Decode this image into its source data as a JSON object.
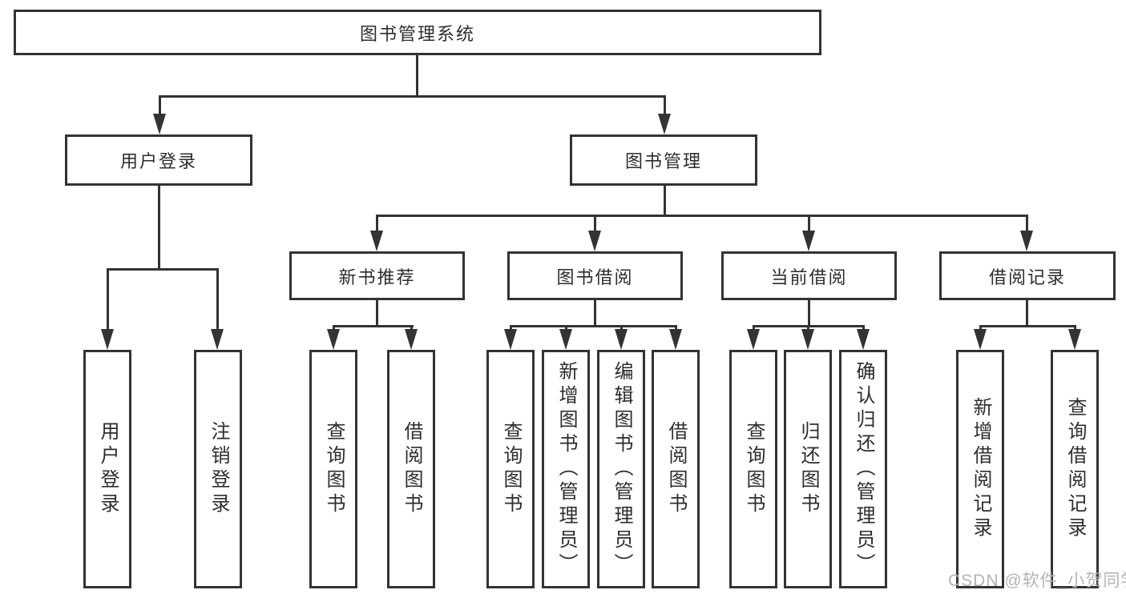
{
  "diagram_type": "hierarchy-tree",
  "colors": {
    "line": "#333333",
    "text": "#2d2d2d",
    "background": "#ffffff",
    "watermark": "#b3b3b3"
  },
  "tree": {
    "root": {
      "label": "图书管理系统"
    },
    "branches": [
      {
        "label": "用户登录",
        "leaves": [
          {
            "label": "用户登录"
          },
          {
            "label": "注销登录"
          }
        ]
      },
      {
        "label": "图书管理",
        "groups": [
          {
            "label": "新书推荐",
            "leaves": [
              {
                "label": "查询图书"
              },
              {
                "label": "借阅图书"
              }
            ]
          },
          {
            "label": "图书借阅",
            "leaves": [
              {
                "label": "查询图书"
              },
              {
                "label": "新增图书（管理员）"
              },
              {
                "label": "编辑图书（管理员）"
              },
              {
                "label": "借阅图书"
              }
            ]
          },
          {
            "label": "当前借阅",
            "leaves": [
              {
                "label": "查询图书"
              },
              {
                "label": "归还图书"
              },
              {
                "label": "确认归还（管理员）"
              }
            ]
          },
          {
            "label": "借阅记录",
            "leaves": [
              {
                "label": "新增借阅记录"
              },
              {
                "label": "查询借阅记录"
              }
            ]
          }
        ]
      }
    ]
  },
  "watermark": {
    "text": "CSDN @软件_小贺同学"
  }
}
